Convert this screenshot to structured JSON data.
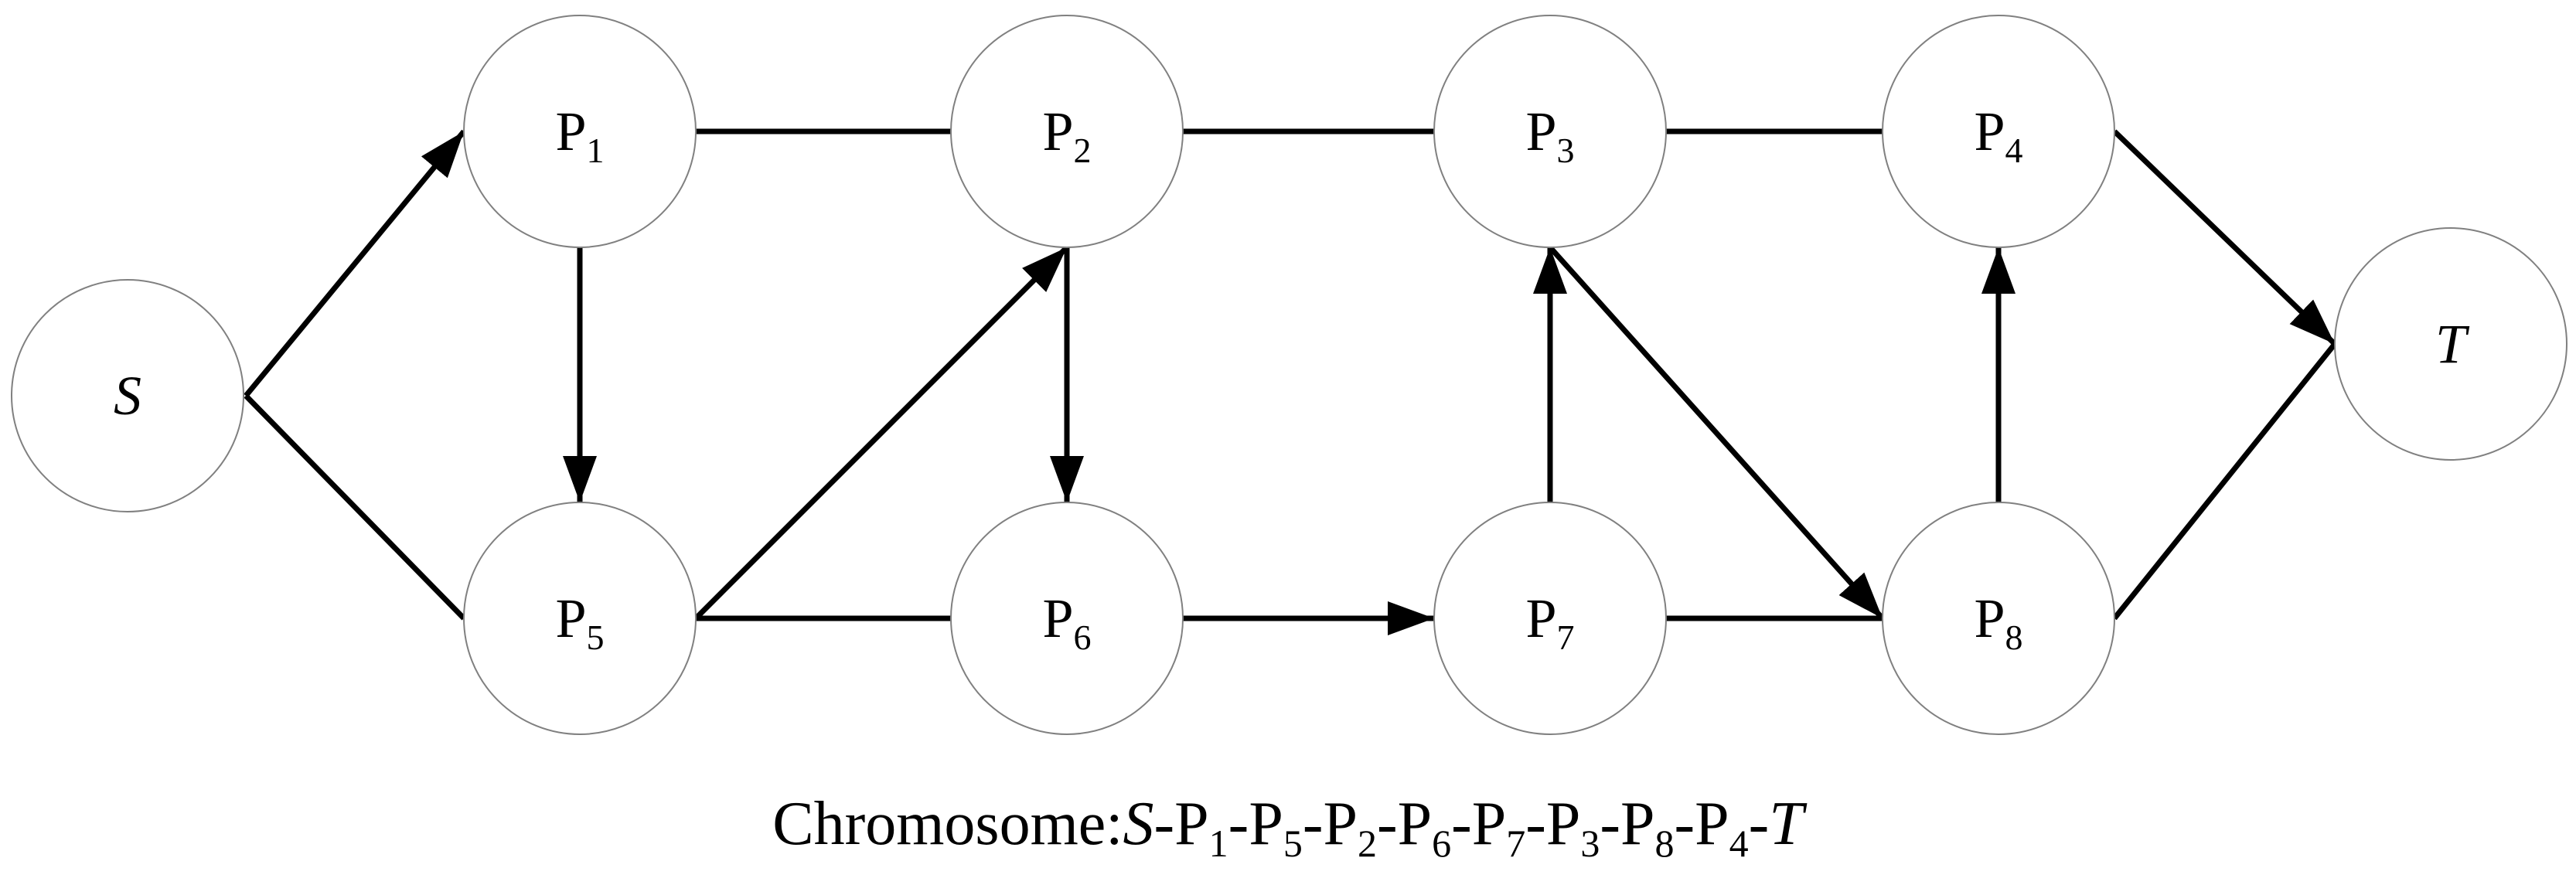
{
  "nodes": [
    {
      "id": "S",
      "base": "S",
      "sub": "",
      "italic": true
    },
    {
      "id": "P1",
      "base": "P",
      "sub": "1",
      "italic": false
    },
    {
      "id": "P2",
      "base": "P",
      "sub": "2",
      "italic": false
    },
    {
      "id": "P3",
      "base": "P",
      "sub": "3",
      "italic": false
    },
    {
      "id": "P4",
      "base": "P",
      "sub": "4",
      "italic": false
    },
    {
      "id": "P5",
      "base": "P",
      "sub": "5",
      "italic": false
    },
    {
      "id": "P6",
      "base": "P",
      "sub": "6",
      "italic": false
    },
    {
      "id": "P7",
      "base": "P",
      "sub": "7",
      "italic": false
    },
    {
      "id": "P8",
      "base": "P",
      "sub": "8",
      "italic": false
    },
    {
      "id": "T",
      "base": "T",
      "sub": "",
      "italic": true
    }
  ],
  "edges": [
    {
      "from": "S",
      "to": "P1",
      "directed": true
    },
    {
      "from": "S",
      "to": "P5",
      "directed": false
    },
    {
      "from": "P1",
      "to": "P2",
      "directed": false
    },
    {
      "from": "P1",
      "to": "P5",
      "directed": true
    },
    {
      "from": "P2",
      "to": "P3",
      "directed": false
    },
    {
      "from": "P2",
      "to": "P6",
      "directed": true
    },
    {
      "from": "P5",
      "to": "P2",
      "directed": true
    },
    {
      "from": "P5",
      "to": "P6",
      "directed": false
    },
    {
      "from": "P6",
      "to": "P7",
      "directed": true
    },
    {
      "from": "P3",
      "to": "P4",
      "directed": false
    },
    {
      "from": "P7",
      "to": "P3",
      "directed": true
    },
    {
      "from": "P3",
      "to": "P8",
      "directed": true
    },
    {
      "from": "P7",
      "to": "P8",
      "directed": false
    },
    {
      "from": "P8",
      "to": "P4",
      "directed": true
    },
    {
      "from": "P4",
      "to": "T",
      "directed": true
    },
    {
      "from": "P8",
      "to": "T",
      "directed": false
    }
  ],
  "caption": {
    "label": "Chromosome:",
    "sequence": [
      {
        "base": "S",
        "sub": "",
        "italic": true
      },
      {
        "base": "P",
        "sub": "1",
        "italic": false
      },
      {
        "base": "P",
        "sub": "5",
        "italic": false
      },
      {
        "base": "P",
        "sub": "2",
        "italic": false
      },
      {
        "base": "P",
        "sub": "6",
        "italic": false
      },
      {
        "base": "P",
        "sub": "7",
        "italic": false
      },
      {
        "base": "P",
        "sub": "3",
        "italic": false
      },
      {
        "base": "P",
        "sub": "8",
        "italic": false
      },
      {
        "base": "P",
        "sub": "4",
        "italic": false
      },
      {
        "base": "T",
        "sub": "",
        "italic": true
      }
    ],
    "separator": "-"
  }
}
